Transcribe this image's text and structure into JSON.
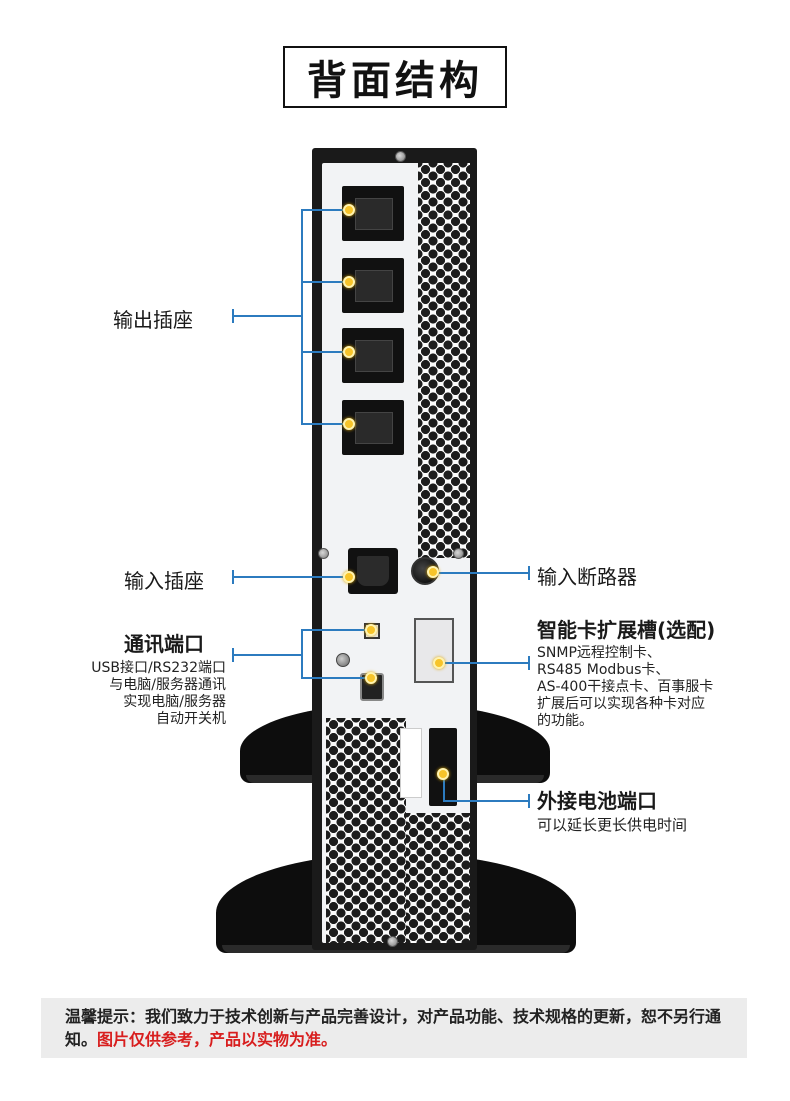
{
  "title": "背面结构",
  "callouts": {
    "output_socket": "输出插座",
    "input_socket": "输入插座",
    "comm_port": "通讯端口",
    "comm_desc": [
      "USB接口/RS232端口",
      "与电脑/服务器通讯",
      "实现电脑/服务器",
      "自动开关机"
    ],
    "breaker": "输入断路器",
    "smart_slot": "智能卡扩展槽(选配)",
    "smart_desc": [
      "SNMP远程控制卡、",
      "RS485 Modbus卡、",
      "AS-400干接点卡、百事服卡",
      "扩展后可以实现各种卡对应",
      "的功能。"
    ],
    "battery_port": "外接电池端口",
    "battery_desc": "可以延长更长供电时间"
  },
  "footer": {
    "text": "温馨提示：我们致力于技术创新与产品完善设计，对产品功能、技术规格的更新，恕不另行通知。",
    "red_text": "图片仅供参考，产品以实物为准。"
  },
  "colors": {
    "accent_line": "#2c7bbf",
    "dot": "#f7c42a",
    "footer_red": "#d81e1e",
    "footer_bg": "#ececec"
  }
}
